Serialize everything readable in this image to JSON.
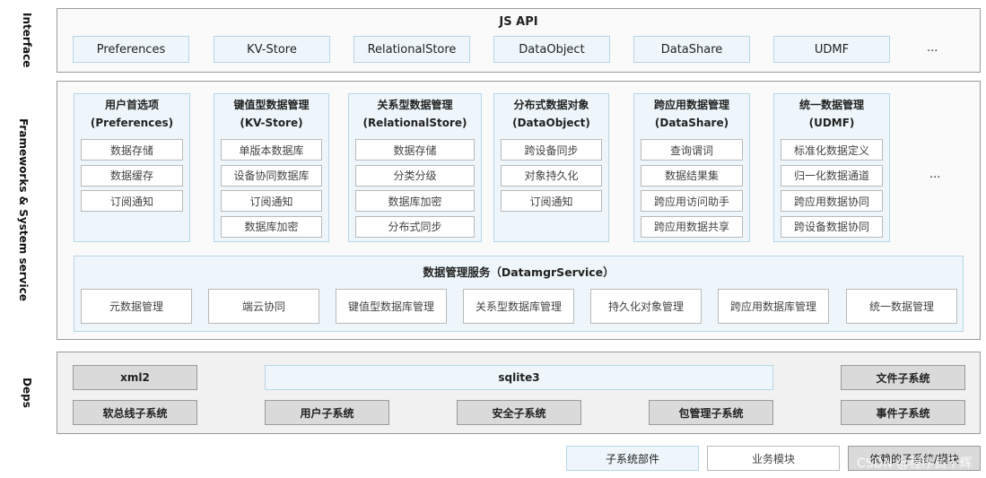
{
  "layers": {
    "interface": "Interface",
    "frameworks": "Frameworks & System service",
    "deps": "Deps"
  },
  "interface": {
    "title": "JS API",
    "items": [
      "Preferences",
      "KV-Store",
      "RelationalStore",
      "DataObject",
      "DataShare",
      "UDMF"
    ],
    "more": "..."
  },
  "frameworks": {
    "modules": [
      {
        "title1": "用户首选项",
        "title2": "(Preferences)",
        "features": [
          "数据存储",
          "数据缓存",
          "订阅通知"
        ]
      },
      {
        "title1": "键值型数据管理",
        "title2": "(KV-Store)",
        "features": [
          "单版本数据库",
          "设备协同数据库",
          "订阅通知",
          "数据库加密"
        ]
      },
      {
        "title1": "关系型数据管理",
        "title2": "(RelationalStore)",
        "features": [
          "数据存储",
          "分类分级",
          "数据库加密",
          "分布式同步"
        ]
      },
      {
        "title1": "分布式数据对象",
        "title2": "(DataObject)",
        "features": [
          "跨设备同步",
          "对象持久化",
          "订阅通知"
        ]
      },
      {
        "title1": "跨应用数据管理",
        "title2": "(DataShare)",
        "features": [
          "查询谓词",
          "数据结果集",
          "跨应用访问助手",
          "跨应用数据共享"
        ]
      },
      {
        "title1": "统一数据管理",
        "title2": "(UDMF)",
        "features": [
          "标准化数据定义",
          "归一化数据通道",
          "跨应用数据协同",
          "跨设备数据协同"
        ]
      }
    ],
    "more": "...",
    "service": {
      "title": "数据管理服务（DatamgrService）",
      "items": [
        "元数据管理",
        "端云协同",
        "键值型数据库管理",
        "关系型数据库管理",
        "持久化对象管理",
        "跨应用数据库管理",
        "统一数据管理"
      ]
    }
  },
  "deps": {
    "xml2": "xml2",
    "sqlite": "sqlite3",
    "file": "文件子系统",
    "row2": [
      "软总线子系统",
      "用户子系统",
      "安全子系统",
      "包管理子系统",
      "事件子系统"
    ]
  },
  "legend": [
    "子系统部件",
    "业务模块",
    "依赖的子系统/模块"
  ],
  "watermark": "CSDN @程序员千辉"
}
